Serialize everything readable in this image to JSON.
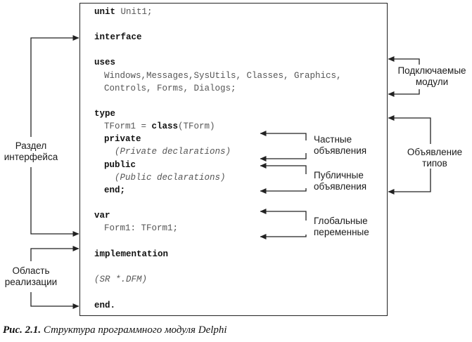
{
  "code": {
    "l1_kw": "unit",
    "l1_id": " Unit1;",
    "l2": "interface",
    "l3": "uses",
    "l4": "Windows,Messages,SysUtils, Classes, Graphics,",
    "l5": "Controls, Forms, Dialogs;",
    "l6": "type",
    "l7_a": "TForm1 = ",
    "l7_kw": "class",
    "l7_b": "(TForm)",
    "l8": "private",
    "l9": "(Private declarations)",
    "l10": "public",
    "l11": "(Public declarations)",
    "l12": "end;",
    "l13": "var",
    "l14": "Form1: TForm1;",
    "l15": "implementation",
    "l16": "(SR *.DFM)",
    "l17": "end."
  },
  "labels": {
    "left_top_1": "Раздел",
    "left_top_2": "интерфейса",
    "left_bottom_1": "Область",
    "left_bottom_2": "реализации",
    "right_modules_1": "Подключаемые",
    "right_modules_2": "модули",
    "right_types_1": "Объявление",
    "right_types_2": "типов",
    "private_1": "Частные",
    "private_2": "объявления",
    "public_1": "Публичные",
    "public_2": "объявления",
    "global_1": "Глобальные",
    "global_2": "переменные"
  },
  "caption": {
    "prefix": "Рис. 2.1.",
    "text": " Структура программного модуля Delphi"
  }
}
